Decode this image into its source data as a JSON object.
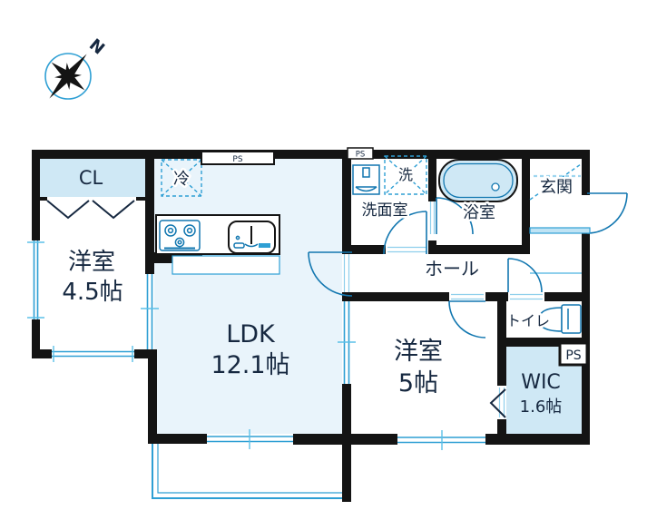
{
  "title": "apartment-floor-plan",
  "compass": {
    "north_label": "N"
  },
  "colors": {
    "wall": "#141414",
    "accent_blue": "#1277b0",
    "light_blue": "#2e9fd4",
    "pale_blue": "#bfe3f4",
    "fill_light": "#e9f4fb",
    "fill_medium": "#cfe8f5",
    "text": "#162840",
    "background": "#ffffff"
  },
  "rooms": {
    "closet": {
      "label": "CL"
    },
    "bedroom1": {
      "label": "洋室",
      "size": "4.5帖"
    },
    "ldk": {
      "label": "LDK",
      "size": "12.1帖"
    },
    "washroom": {
      "label": "洗面室"
    },
    "bathroom": {
      "label": "浴室"
    },
    "entrance": {
      "label": "玄関"
    },
    "hall": {
      "label": "ホール"
    },
    "bedroom2": {
      "label": "洋室",
      "size": "5帖"
    },
    "toilet": {
      "label": "トイレ"
    },
    "wic": {
      "label": "WIC",
      "size": "1.6帖"
    }
  },
  "fixtures": {
    "refrigerator": {
      "label": "冷"
    },
    "washer": {
      "label": "洗"
    },
    "pipe_space_ldk": {
      "label": "PS"
    },
    "pipe_space_washroom": {
      "label": "PS"
    },
    "pipe_space_wic": {
      "label": "PS"
    }
  }
}
